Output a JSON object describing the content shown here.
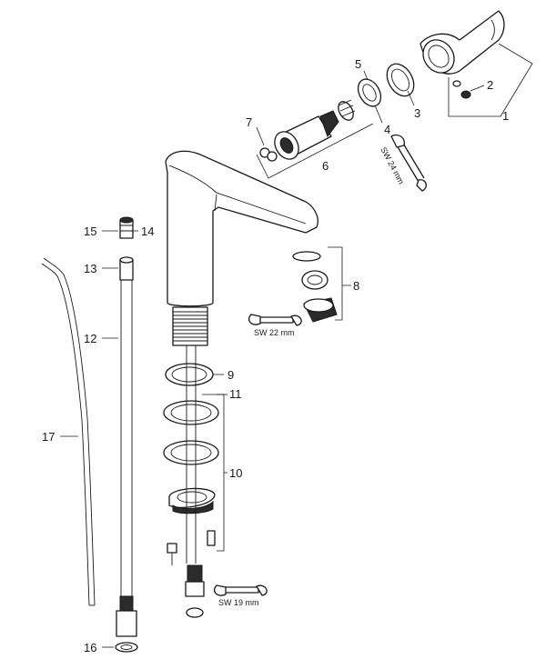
{
  "labels": {
    "p1": "1",
    "p2": "2",
    "p3": "3",
    "p4": "4",
    "p5": "5",
    "p6": "6",
    "p7": "7",
    "p8": "8",
    "p9": "9",
    "p10": "10",
    "p11": "11",
    "p12": "12",
    "p13": "13",
    "p14": "14",
    "p15": "15",
    "p16": "16",
    "p17": "17"
  },
  "wrench_sizes": {
    "sw24": "SW 24 mm",
    "sw22": "SW 22 mm",
    "sw19": "SW 19 mm"
  },
  "colors": {
    "line": "#1a1a1a",
    "background": "#ffffff"
  }
}
